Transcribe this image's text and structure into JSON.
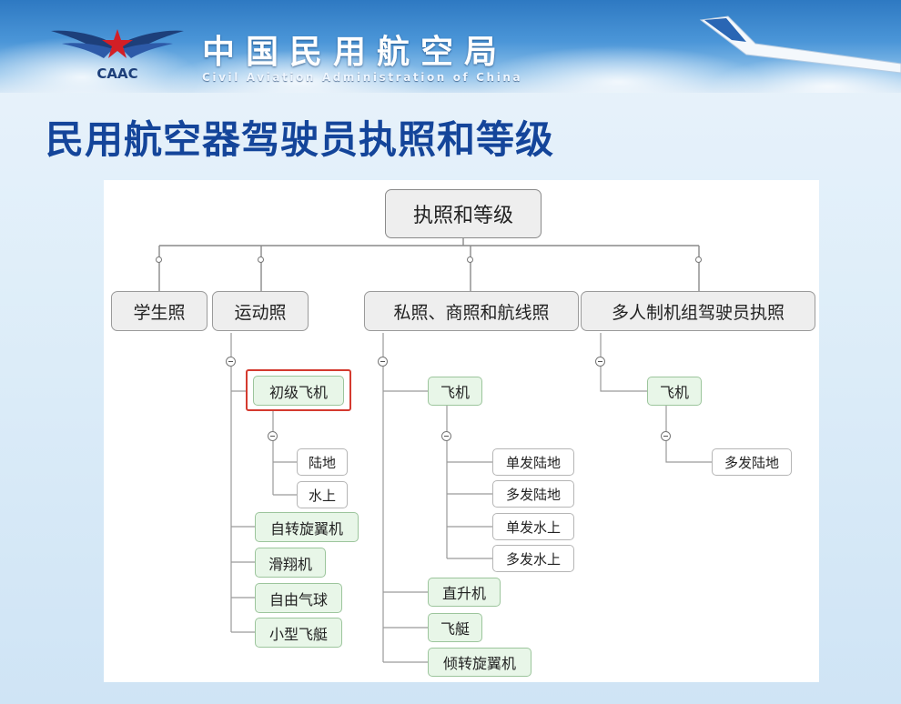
{
  "header": {
    "logo_text": "CAAC",
    "org_name_cn": "中国民用航空局",
    "org_name_en": "Civil Aviation Administration of China"
  },
  "slide": {
    "title": "民用航空器驾驶员执照和等级"
  },
  "diagram": {
    "root": "执照和等级",
    "categories": [
      {
        "label": "学生照"
      },
      {
        "label": "运动照"
      },
      {
        "label": "私照、商照和航线照"
      },
      {
        "label": "多人制机组驾驶员执照"
      }
    ],
    "sport": {
      "items": [
        "初级飞机",
        "自转旋翼机",
        "滑翔机",
        "自由气球",
        "小型飞艇"
      ],
      "primary_airplane_ratings": [
        "陆地",
        "水上"
      ],
      "highlighted_item": "初级飞机"
    },
    "private": {
      "items": [
        "飞机",
        "直升机",
        "飞艇",
        "倾转旋翼机"
      ],
      "airplane_ratings": [
        "单发陆地",
        "多发陆地",
        "单发水上",
        "多发水上"
      ]
    },
    "mpl": {
      "items": [
        "飞机"
      ],
      "airplane_ratings": [
        "多发陆地"
      ]
    }
  },
  "colors": {
    "title": "#14459a",
    "highlight": "#d43a2f",
    "level2_fill": "#e8f6e8",
    "level2_border": "#9cc59c"
  }
}
